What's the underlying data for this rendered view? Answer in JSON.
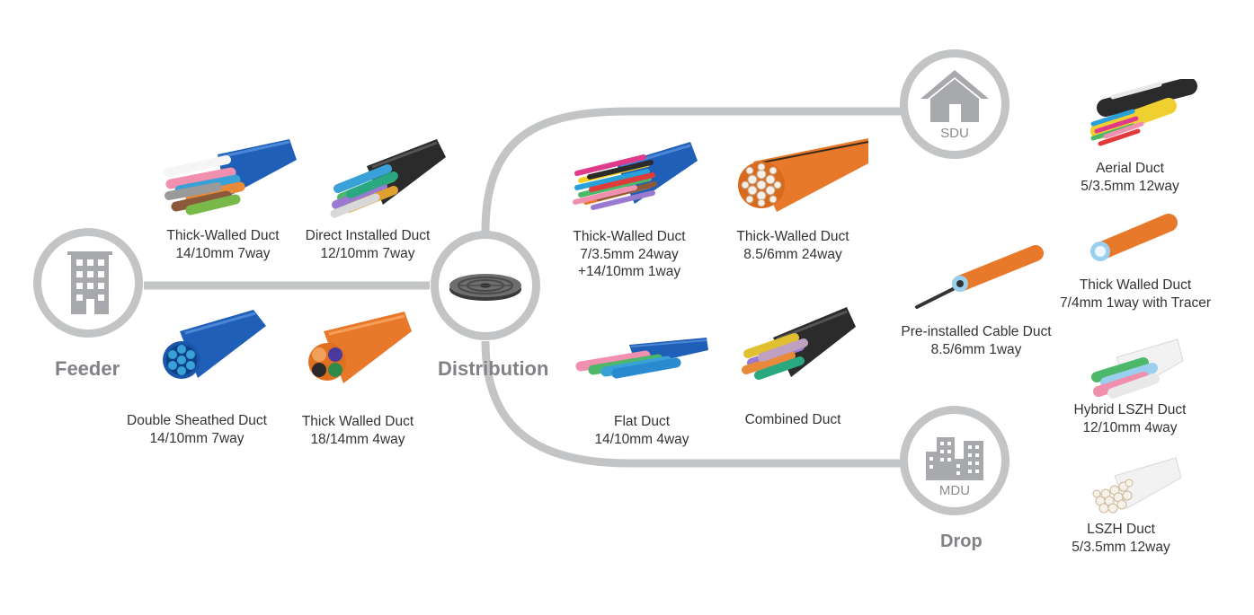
{
  "sections": {
    "feeder": "Feeder",
    "distribution": "Distribution",
    "drop": "Drop"
  },
  "nodes": {
    "sdu": "SDU",
    "mdu": "MDU"
  },
  "products": [
    {
      "id": "p1",
      "lines": [
        "Thick-Walled Duct",
        "14/10mm 7way"
      ]
    },
    {
      "id": "p2",
      "lines": [
        "Direct Installed Duct",
        "12/10mm 7way"
      ]
    },
    {
      "id": "p3",
      "lines": [
        "Double Sheathed Duct",
        "14/10mm 7way"
      ]
    },
    {
      "id": "p4",
      "lines": [
        "Thick Walled Duct",
        "18/14mm 4way"
      ]
    },
    {
      "id": "p5",
      "lines": [
        "Thick-Walled Duct",
        "7/3.5mm 24way",
        "+14/10mm 1way"
      ]
    },
    {
      "id": "p6",
      "lines": [
        "Thick-Walled Duct",
        "8.5/6mm 24way"
      ]
    },
    {
      "id": "p7",
      "lines": [
        "Flat Duct",
        "14/10mm 4way"
      ]
    },
    {
      "id": "p8",
      "lines": [
        "Combined Duct"
      ]
    },
    {
      "id": "p9",
      "lines": [
        "Pre-installed Cable Duct",
        "8.5/6mm 1way"
      ]
    },
    {
      "id": "p10",
      "lines": [
        "Aerial Duct",
        "5/3.5mm 12way"
      ]
    },
    {
      "id": "p11",
      "lines": [
        "Thick Walled Duct",
        "7/4mm 1way with Tracer"
      ]
    },
    {
      "id": "p12",
      "lines": [
        "Hybrid LSZH Duct",
        "12/10mm 4way"
      ]
    },
    {
      "id": "p13",
      "lines": [
        "LSZH Duct",
        "5/3.5mm 12way"
      ]
    }
  ],
  "colors": {
    "connector": "#c2c4c5",
    "icon": "#a7a9ac",
    "label": "#808285",
    "text": "#333333",
    "blue_duct": "#1f5fb8",
    "orange_duct": "#e8782a",
    "black_duct": "#2b2b2b"
  },
  "icons": [
    "office-building-icon",
    "manhole-cover-icon",
    "house-icon",
    "city-buildings-icon"
  ]
}
